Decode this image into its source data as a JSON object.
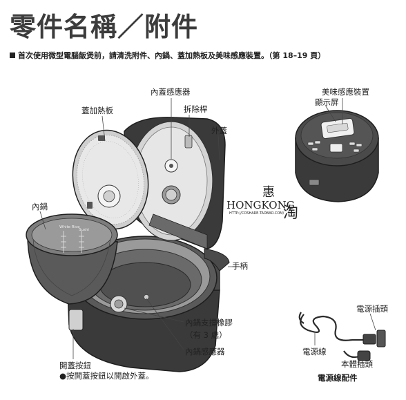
{
  "title": "零件名稱／附件",
  "intro": "首次使用微型電腦飯煲前，請清洗附件、內鍋、蓋加熱板及美味感應裝置。（第 18–19 頁）",
  "labels": {
    "inner_lid_sensor": "內蓋感應器",
    "lid_heater_plate": "蓋加熱板",
    "removal_pin": "拆除桿",
    "outer_lid": "外蓋",
    "taste_sensor": "美味感應裝置",
    "display": "顯示屏",
    "inner_pot": "內鍋",
    "handle": "手柄",
    "pot_support_rubber": "內鍋支撐橡膠",
    "pot_support_count": "（有 3 處）",
    "pot_sensor": "內鍋感應器",
    "open_button": "開蓋按鈕",
    "open_button_note": "●按開蓋按鈕以開啟外蓋。",
    "power_plug": "電源插頭",
    "power_cord": "電源線",
    "appliance_plug": "本體插頭",
    "cord_accessory": "電源線配件"
  },
  "pot_markings": {
    "left": "White Rice",
    "right": "Sushi"
  },
  "watermark": {
    "top": "惠",
    "main": "HONGKONG",
    "side": "淘",
    "sub": "HTTP://COSHARE.TAOBAO.COM/"
  },
  "colors": {
    "text": "#222222",
    "title": "#3c3c3c",
    "body_dark": "#3a3a3a",
    "line": "#444444"
  }
}
